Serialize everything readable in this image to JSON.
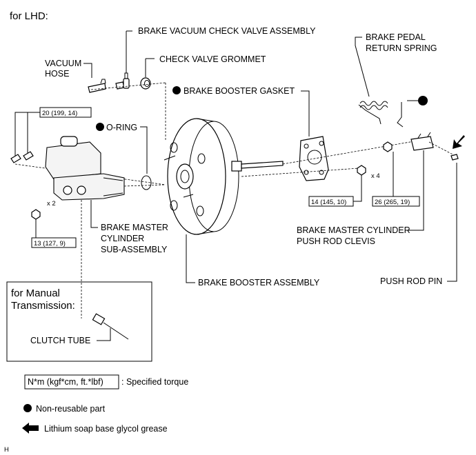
{
  "header": {
    "title": "for LHD:"
  },
  "labels": {
    "check_valve_assembly": "BRAKE VACUUM CHECK VALVE ASSEMBLY",
    "check_valve_grommet": "CHECK VALVE GROMMET",
    "vacuum_hose_1": "VACUUM",
    "vacuum_hose_2": "HOSE",
    "pedal_spring_1": "BRAKE PEDAL",
    "pedal_spring_2": "RETURN SPRING",
    "booster_gasket": "BRAKE BOOSTER GASKET",
    "o_ring": "O-RING",
    "master_cyl_1": "BRAKE MASTER",
    "master_cyl_2": "CYLINDER",
    "master_cyl_3": "SUB-ASSEMBLY",
    "clevis_1": "BRAKE MASTER CYLINDER",
    "clevis_2": "PUSH ROD CLEVIS",
    "booster_assembly": "BRAKE BOOSTER ASSEMBLY",
    "push_rod_pin": "PUSH ROD PIN",
    "clutch_tube": "CLUTCH TUBE"
  },
  "torques": {
    "t20": "20 (199, 14)",
    "t13": "13 (127, 9)",
    "t14": "14 (145, 10)",
    "t26": "26 (265, 19)"
  },
  "multipliers": {
    "x4": "x 4",
    "x2": "x 2"
  },
  "inset": {
    "line1": "for Manual",
    "line2": "Transmission:"
  },
  "legend": {
    "torque_box": "N*m (kgf*cm, ft.*lbf)",
    "torque_text": ": Specified torque",
    "nonreusable": "Non-reusable part",
    "grease": "Lithium soap base glycol grease"
  },
  "footer": {
    "code": "H"
  }
}
